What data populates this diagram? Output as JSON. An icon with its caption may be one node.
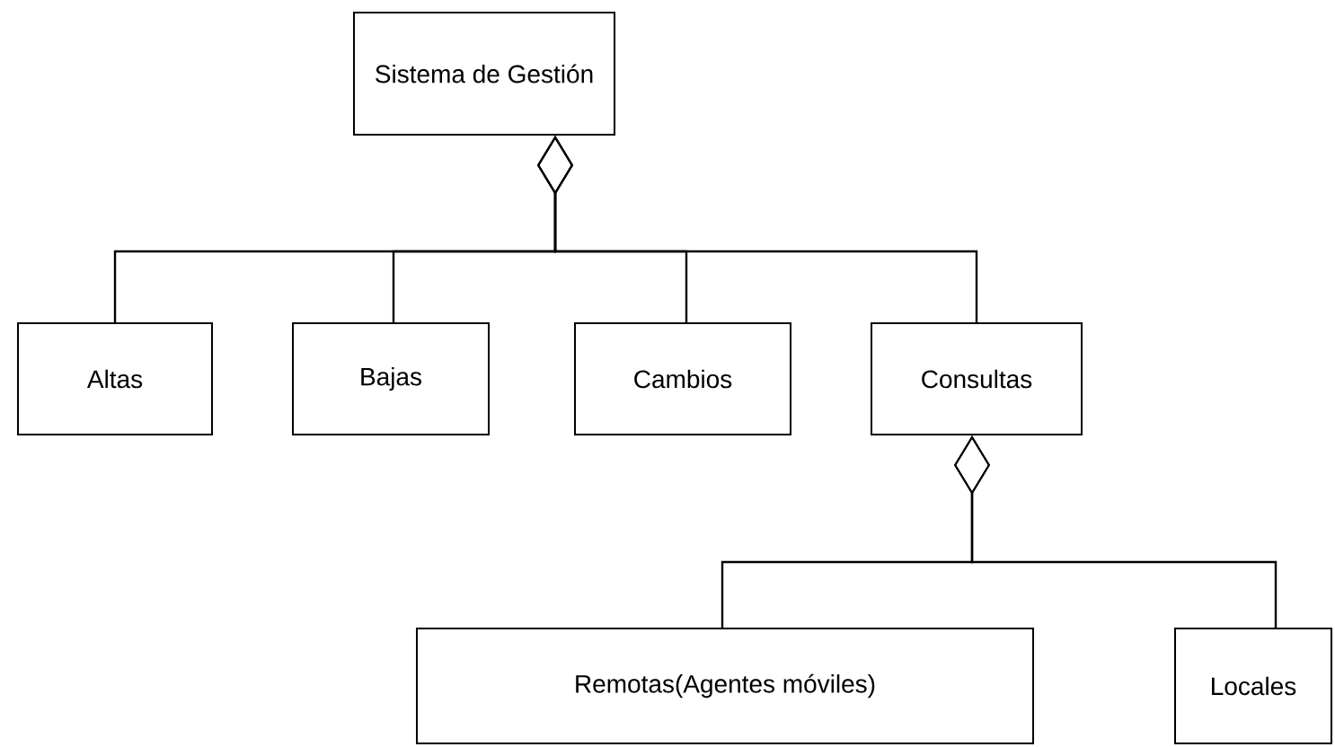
{
  "diagram": {
    "nodes": [
      {
        "text": [
          "Sistema de Gestión"
        ]
      },
      {
        "text": [
          "Altas"
        ]
      },
      {
        "text": [
          "Bajas"
        ]
      },
      {
        "text": [
          "Cambios"
        ]
      },
      {
        "text": [
          "Consultas"
        ]
      },
      {
        "text": [
          "Remotas(Agentes móviles)"
        ]
      },
      {
        "text": [
          "Locales"
        ]
      }
    ],
    "edges": [
      {
        "from": 0,
        "to": 1,
        "arrow": "other"
      },
      {
        "from": 0,
        "to": 2,
        "arrow": "other"
      },
      {
        "from": 0,
        "to": 3,
        "arrow": "other"
      },
      {
        "from": 0,
        "to": 4,
        "arrow": "other"
      },
      {
        "from": 4,
        "to": 5,
        "arrow": "other"
      },
      {
        "from": 4,
        "to": 6,
        "arrow": "other"
      }
    ]
  }
}
